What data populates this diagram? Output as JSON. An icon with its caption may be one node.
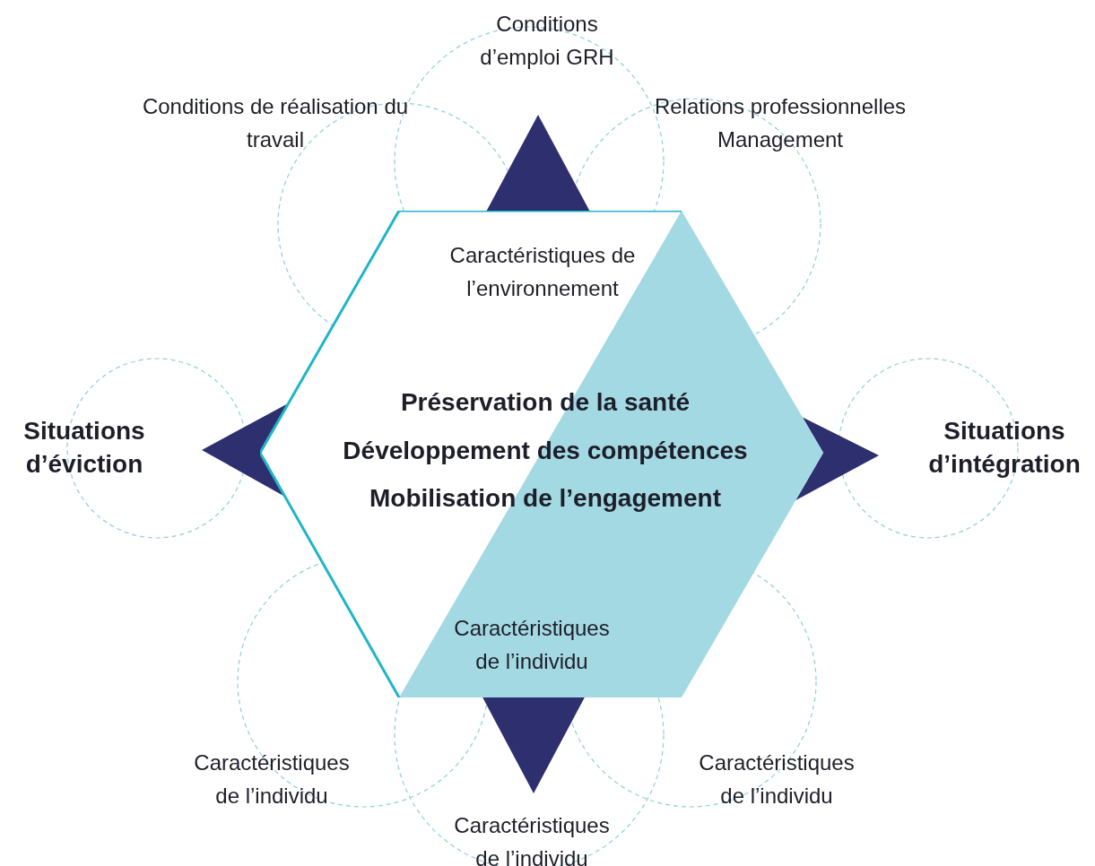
{
  "diagram": {
    "nodes": [
      {
        "text": [
          "Caractéristiques de l’environnement",
          "Préservation de la santé",
          "Développement des compétences",
          "Mobilisation de l’engagement",
          "Caractéristiques de l’individu"
        ]
      }
    ],
    "edges": [],
    "labels": [
      "Conditions d’emploi GRH",
      "Conditions de réalisation du travail",
      "Relations professionnelles Management",
      "Situations d’éviction",
      "Situations d’intégration",
      "Caractéristiques de l’individu",
      "Caractéristiques de l’individu",
      "Caractéristiques de l’individu"
    ]
  }
}
